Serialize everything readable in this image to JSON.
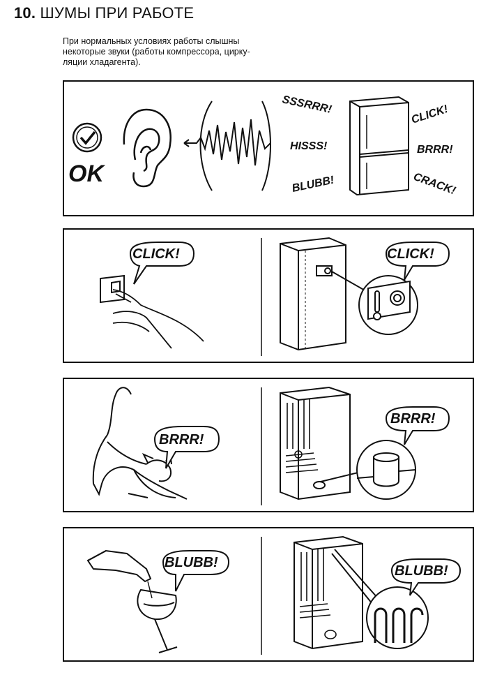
{
  "section": {
    "number": "10.",
    "title": "ШУМЫ ПРИ РАБОТЕ",
    "intro": "При нормальных условиях работы слышны\nнекоторые звуки (работы компрессора, цирку-\nляции хладагента)."
  },
  "panel_overview": {
    "ok_label": "OK",
    "sounds": [
      "SSSRRR!",
      "HISSS!",
      "BLUBB!",
      "CLICK!",
      "BRRR!",
      "CRACK!"
    ]
  },
  "panel_click": {
    "left_bubble": "CLICK!",
    "right_bubble": "CLICK!"
  },
  "panel_brrr": {
    "left_bubble": "BRRR!",
    "right_bubble": "BRRR!"
  },
  "panel_blubb": {
    "left_bubble": "BLUBB!",
    "right_bubble": "BLUBB!"
  },
  "icons": [
    "checkmark-circle-icon",
    "ear-icon",
    "sound-wave-icon",
    "fridge-icon",
    "light-switch-icon",
    "thermostat-icon",
    "cat-icon",
    "compressor-icon",
    "wine-bottle-icon",
    "wine-glass-icon",
    "pipe-coil-icon"
  ]
}
